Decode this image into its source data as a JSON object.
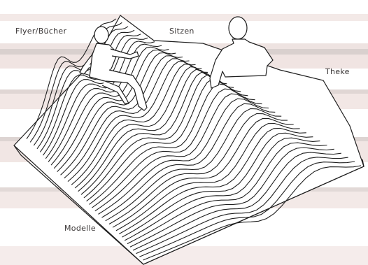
{
  "labels": {
    "flyer": "Flyer/Bücher",
    "sitzen": "Sitzen",
    "theke": "Theke",
    "modelle": "Modelle"
  },
  "colors": {
    "band_pink": "#efe1df",
    "band_grey": "#d7cfcc",
    "line": "#1f1f1f",
    "background": "#ffffff"
  },
  "icons": [
    "seated-person-figure",
    "standing-person-figure",
    "contour-landscape"
  ]
}
